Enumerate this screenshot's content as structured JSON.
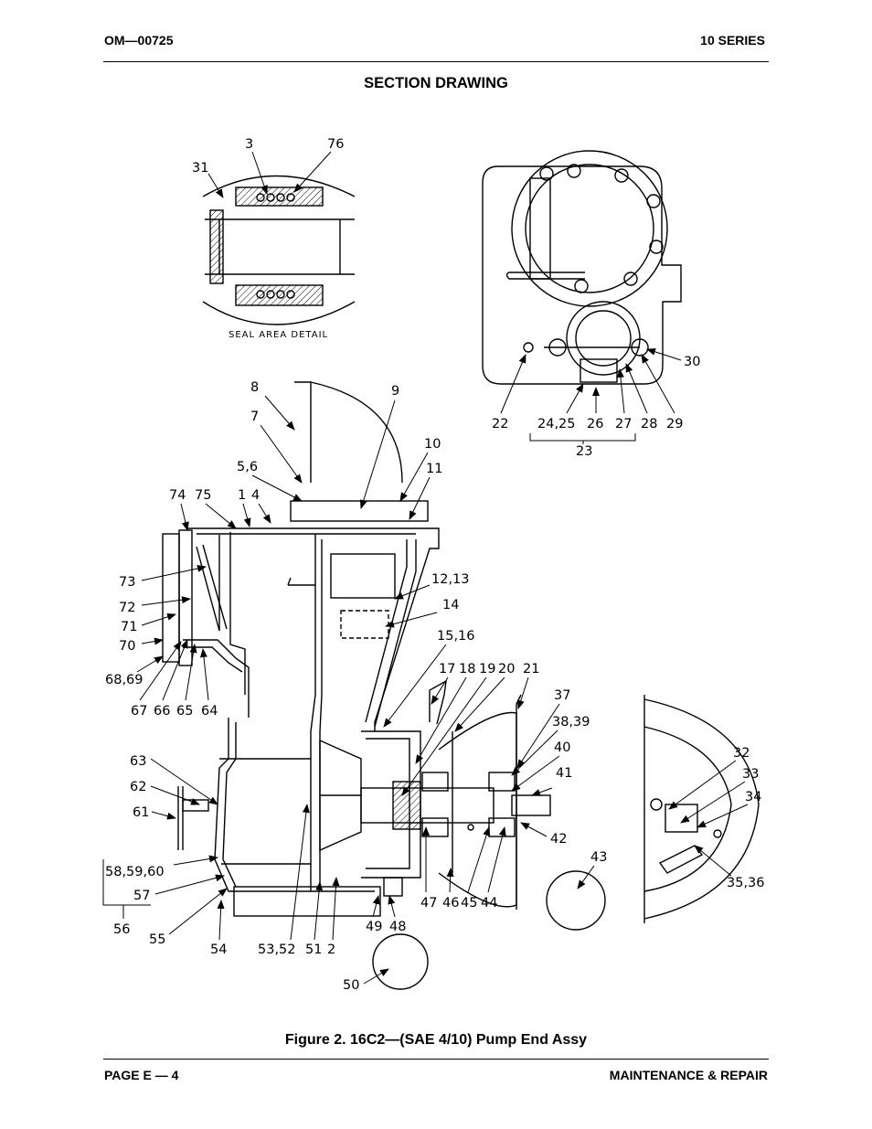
{
  "header": {
    "doc_id": "OM—00725",
    "series": "10 SERIES"
  },
  "section_title": "SECTION DRAWING",
  "seal_detail_caption": "SEAL AREA DETAIL",
  "callouts": {
    "c31": "31",
    "c3": "3",
    "c76": "76",
    "c30": "30",
    "c22": "22",
    "c24_25": "24,25",
    "c26": "26",
    "c27": "27",
    "c28": "28",
    "c29": "29",
    "c23": "23",
    "c8": "8",
    "c7": "7",
    "c9": "9",
    "c10": "10",
    "c11": "11",
    "c5_6": "5,6",
    "c1": "1",
    "c4": "4",
    "c74": "74",
    "c75": "75",
    "c73": "73",
    "c72": "72",
    "c71": "71",
    "c70": "70",
    "c68_69": "68,69",
    "c67": "67",
    "c66": "66",
    "c65": "65",
    "c64": "64",
    "c12_13": "12,13",
    "c14": "14",
    "c15_16": "15,16",
    "c17": "17",
    "c18": "18",
    "c19": "19",
    "c20": "20",
    "c21": "21",
    "c37": "37",
    "c38_39": "38,39",
    "c40": "40",
    "c41": "41",
    "c42": "42",
    "c43": "43",
    "c32": "32",
    "c33": "33",
    "c34": "34",
    "c35_36": "35,36",
    "c63": "63",
    "c62": "62",
    "c61": "61",
    "c58_59_60": "58,59,60",
    "c57": "57",
    "c56": "56",
    "c55": "55",
    "c54": "54",
    "c53_52": "53,52",
    "c51": "51",
    "c2": "2",
    "c49": "49",
    "c48": "48",
    "c47": "47",
    "c46": "46",
    "c45": "45",
    "c44": "44",
    "c50": "50"
  },
  "figure_caption": "Figure 2. 16C2—(SAE 4/10) Pump End Assy",
  "footer": {
    "page": "PAGE E — 4",
    "section": "MAINTENANCE & REPAIR"
  }
}
